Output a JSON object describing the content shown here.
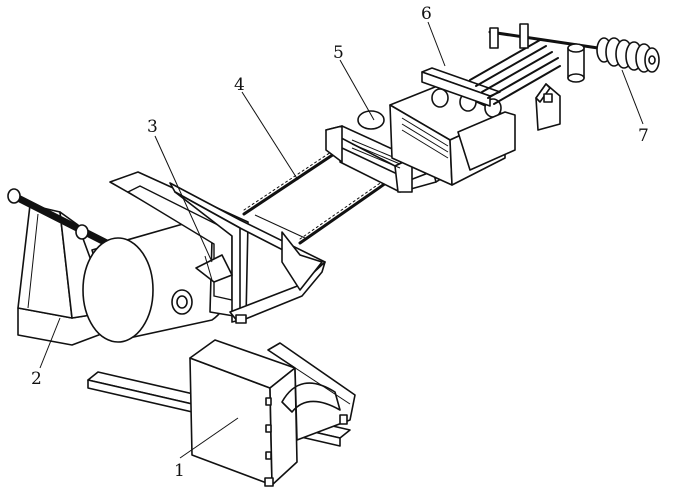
{
  "callouts": [
    {
      "id": "c1",
      "text": "1"
    },
    {
      "id": "c2",
      "text": "2"
    },
    {
      "id": "c3",
      "text": "3"
    },
    {
      "id": "c4",
      "text": "4"
    },
    {
      "id": "c5",
      "text": "5"
    },
    {
      "id": "c6",
      "text": "6"
    },
    {
      "id": "c7",
      "text": "7"
    }
  ],
  "colors": {
    "ink": "#111111",
    "paper": "#ffffff"
  }
}
